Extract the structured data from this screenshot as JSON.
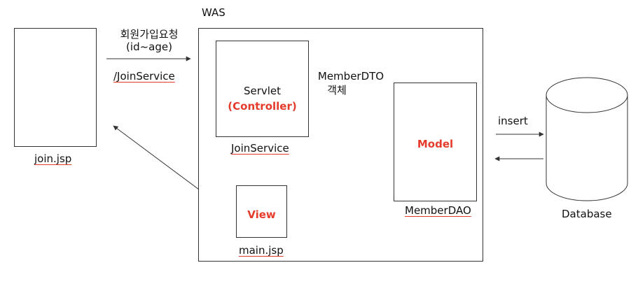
{
  "was_label": "WAS",
  "join_jsp": {
    "caption": "join.jsp"
  },
  "request": {
    "line1": "회원가입요청",
    "line2": "(id~age)",
    "path": "/JoinService"
  },
  "servlet": {
    "title": "Servlet",
    "role": "(Controller)",
    "caption": "JoinService"
  },
  "dto": {
    "line1": "MemberDTO",
    "line2": "객체"
  },
  "model": {
    "title": "Model",
    "caption": "MemberDAO"
  },
  "view": {
    "title": "View",
    "caption": "main.jsp"
  },
  "db": {
    "insert_label": "insert",
    "caption": "Database"
  },
  "colors": {
    "accent": "#e53b2c",
    "line": "#333333"
  }
}
